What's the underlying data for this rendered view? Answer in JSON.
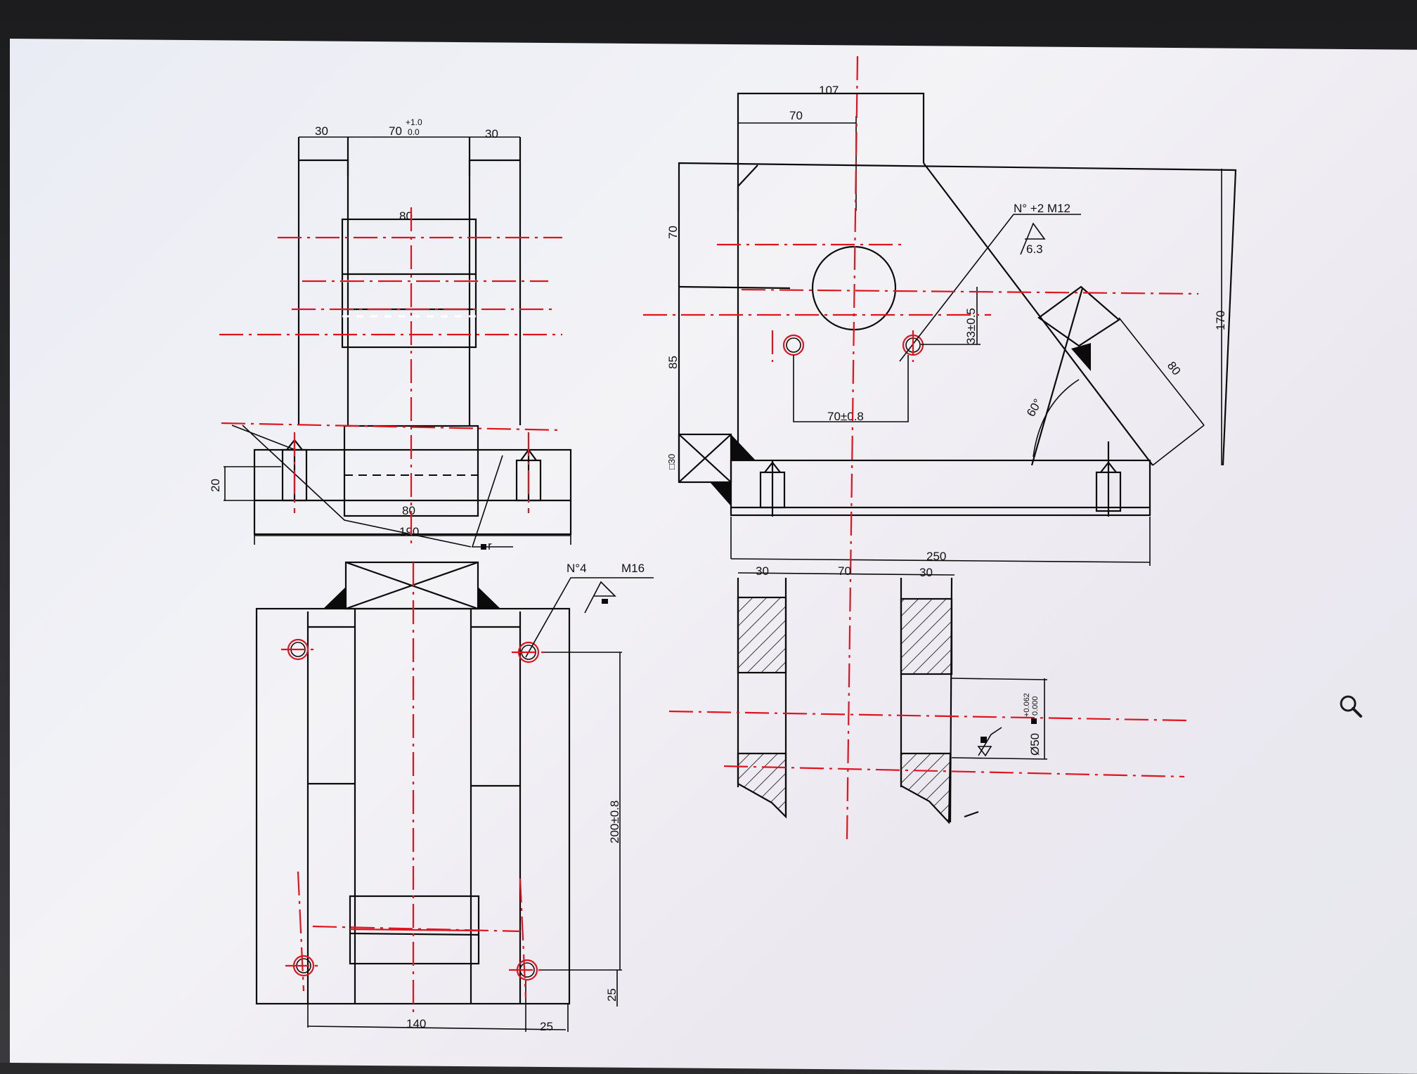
{
  "views": {
    "front": {
      "dims": {
        "left_w": "30",
        "mid_w": "70",
        "tol_upper": "+1.0",
        "tol_lower": "0.0",
        "right_w": "30",
        "inner_w": "80",
        "height_left": "20",
        "slot_w": "80",
        "total_w": "190",
        "roughness": "r"
      }
    },
    "side": {
      "dims": {
        "top_w": "107",
        "top_inner": "70",
        "h_top": "70",
        "h_mid": "85",
        "thread_note": "N° +2 M12",
        "roughness": "6.3",
        "hole_tol": "33±0.5",
        "h_total": "170",
        "slant": "80",
        "angle": "60°",
        "hole_span": "70±0.8",
        "square": "□30",
        "base_w": "250"
      }
    },
    "top": {
      "dims": {
        "thread_count": "N°4",
        "thread_size": "M16",
        "length": "200±0.8",
        "end_off": "25",
        "base_w": "140",
        "edge_off": "25"
      }
    },
    "section": {
      "dims": {
        "left_w": "30",
        "mid_w": "70",
        "right_w": "30",
        "bore": "Ø50",
        "bore_tol_upper": "+0.062",
        "bore_tol_lower": "0.000"
      }
    }
  },
  "icons": {
    "zoom": "magnifier-icon"
  },
  "colors": {
    "centerline": "#e0141e",
    "outline": "#0b0b0b",
    "screen": "#eef0f5"
  }
}
